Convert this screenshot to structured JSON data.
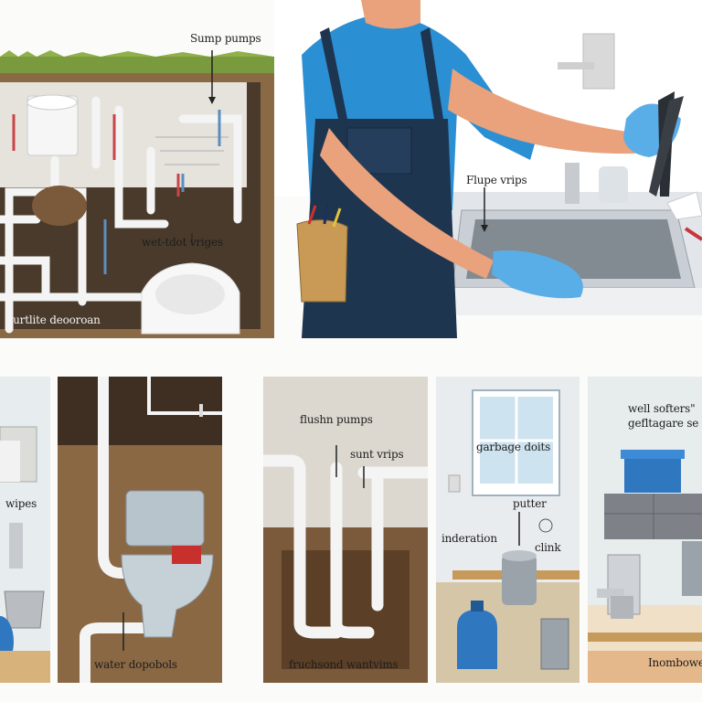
{
  "colors": {
    "soil": "#4a3a2b",
    "soil_light": "#8a6a45",
    "pipe": "#f4f4f4",
    "shirt": "#2b8fd4",
    "overalls": "#1e3550",
    "glove": "#5aaee8",
    "grass": "#7a9a3e",
    "wall": "#e9ecef",
    "tank": "#2f78c0"
  },
  "top_left": {
    "label_sump": "Sump pumps",
    "label_wet": "wet-tdot vriges",
    "label_bathroom": "Furtlite deooroan"
  },
  "top_right": {
    "label_flupe": "Flupe vrips"
  },
  "bottom": {
    "panel1": {
      "label": "wipes"
    },
    "panel2": {
      "label": "water dopobols"
    },
    "panel3": {
      "label_flushn": "flushn pumps",
      "label_sunt": "sunt vrips",
      "label_bottom": "fruchsond wantvims"
    },
    "panel4": {
      "label_garbage": "garbage doits",
      "label_putter": "putter",
      "label_indaration": "inderation",
      "label_clink": "clink"
    },
    "panel5": {
      "label_line1": "well softers\"",
      "label_line2": "gefltagare se",
      "label_bottom": "Inombowe"
    }
  }
}
